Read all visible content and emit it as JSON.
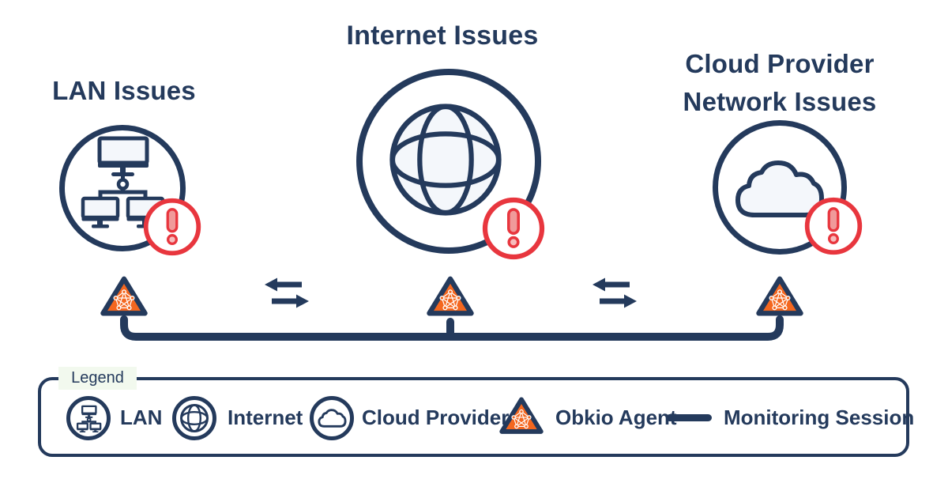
{
  "colors": {
    "navy": "#243A5C",
    "orange": "#F4671F",
    "alert_red": "#E8363E",
    "alert_pink": "#F09A9A",
    "icon_fill": "#F4F7FB",
    "legend_tag_bg": "#F2F9EE",
    "background": "#FFFFFF"
  },
  "scenarios": {
    "lan": {
      "title": "LAN Issues"
    },
    "internet": {
      "title": "Internet Issues"
    },
    "cloud": {
      "title_line1": "Cloud Provider",
      "title_line2": "Network Issues"
    }
  },
  "legend": {
    "label": "Legend",
    "items": [
      {
        "icon": "lan-icon",
        "label": "LAN"
      },
      {
        "icon": "internet-icon",
        "label": "Internet"
      },
      {
        "icon": "cloud-icon",
        "label": "Cloud Provider"
      },
      {
        "icon": "obkio-agent-icon",
        "label": "Obkio Agent"
      },
      {
        "icon": "monitoring-session-line",
        "label": "Monitoring Session"
      }
    ]
  }
}
